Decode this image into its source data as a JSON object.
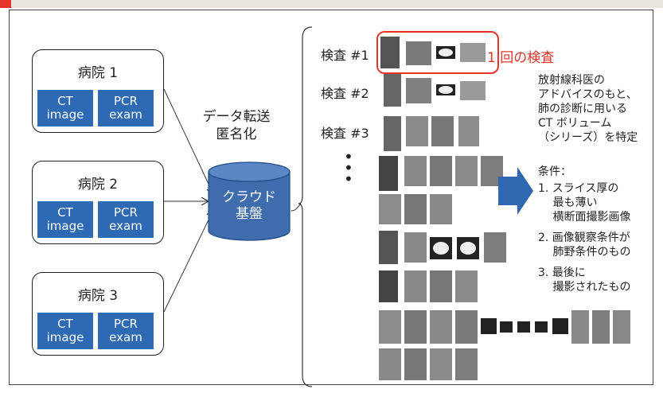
{
  "hospitals": [
    {
      "label": "病院 1",
      "ct": [
        "CT",
        "image"
      ],
      "pcr": [
        "PCR",
        "exam"
      ]
    },
    {
      "label": "病院 2",
      "ct": [
        "CT",
        "image"
      ],
      "pcr": [
        "PCR",
        "exam"
      ]
    },
    {
      "label": "病院 3",
      "ct": [
        "CT",
        "image"
      ],
      "pcr": [
        "PCR",
        "exam"
      ]
    }
  ],
  "transfer": {
    "line1": "データ転送",
    "line2": "匿名化"
  },
  "cloud": {
    "line1": "クラウド",
    "line2": "基盤"
  },
  "exams": {
    "e1": "検査 #1",
    "e2": "検査 #2",
    "e3": "検査 #3"
  },
  "callout": "1 回の検査",
  "note": [
    "放射線科医の",
    "アドバイスのもと、",
    "肺の診断に用いる",
    "CT ボリューム",
    "（シリーズ）を特定"
  ],
  "conditions": {
    "title": "条件：",
    "items": [
      [
        "1. スライス厚の",
        "　 最も薄い",
        "　 横断面撮影画像"
      ],
      [
        "2. 画像観察条件が",
        "　 肺野条件のもの"
      ],
      [
        "3. 最後に",
        "　 撮影されたもの"
      ]
    ]
  },
  "colors": {
    "accent": "#e5352b",
    "badge": "#2e6ab3",
    "cloud_top": "#4a78b8",
    "cloud_body": "#3e6cad",
    "arrow": "#2f67b0"
  }
}
